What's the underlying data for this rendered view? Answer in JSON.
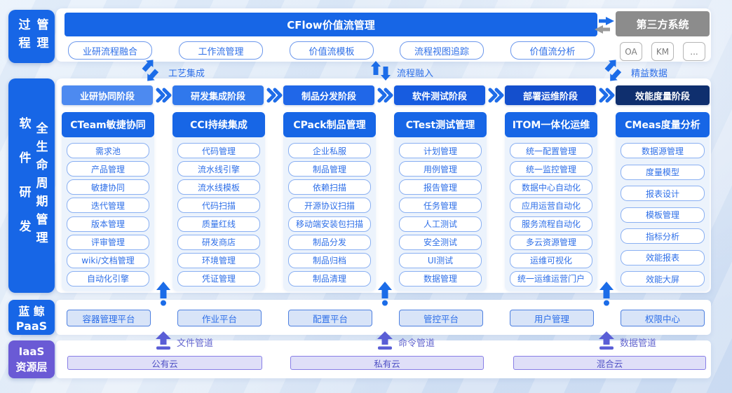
{
  "top": {
    "title": "CFlow价值流管理",
    "items": [
      "业研流程融合",
      "工作流管理",
      "价值流模板",
      "流程视图追踪",
      "价值流分析"
    ],
    "third_party": {
      "title": "第三方系统",
      "systems": [
        "OA",
        "KM",
        "..."
      ]
    }
  },
  "flow_links": {
    "craft": "工艺集成",
    "process": "流程融入",
    "lean": "精益数据"
  },
  "rail": {
    "process_col1": "过程",
    "process_col2": "管理",
    "lifecycle_col1": "软件研发",
    "lifecycle_col2": "全生命周期管理",
    "paas_line1": "蓝 鲸",
    "paas_line2": "PaaS",
    "iaas_line1": "IaaS",
    "iaas_line2": "资源层"
  },
  "stages": [
    "业研协同阶段",
    "研发集成阶段",
    "制品分发阶段",
    "软件测试阶段",
    "部署运维阶段",
    "效能度量阶段"
  ],
  "columns": [
    {
      "title": "CTeam敏捷协同",
      "items": [
        "需求池",
        "产品管理",
        "敏捷协同",
        "迭代管理",
        "版本管理",
        "评审管理",
        "wiki/文档管理",
        "自动化引擎"
      ]
    },
    {
      "title": "CCI持续集成",
      "items": [
        "代码管理",
        "流水线引擎",
        "流水线模板",
        "代码扫描",
        "质量红线",
        "研发商店",
        "环境管理",
        "凭证管理"
      ]
    },
    {
      "title": "CPack制品管理",
      "items": [
        "企业私服",
        "制品管理",
        "依赖扫描",
        "开源协议扫描",
        "移动端安装包扫描",
        "制品分发",
        "制品归档",
        "制品清理"
      ]
    },
    {
      "title": "CTest测试管理",
      "items": [
        "计划管理",
        "用例管理",
        "报告管理",
        "任务管理",
        "人工测试",
        "安全测试",
        "UI测试",
        "数据管理"
      ]
    },
    {
      "title": "ITOM一体化运维",
      "items": [
        "统一配置管理",
        "统一监控管理",
        "数据中心自动化",
        "应用运营自动化",
        "服务流程自动化",
        "多云资源管理",
        "运维可视化",
        "统一运维运营门户"
      ]
    },
    {
      "title": "CMeas度量分析",
      "items": [
        "数据源管理",
        "度量模型",
        "报表设计",
        "模板管理",
        "指标分析",
        "效能报表",
        "效能大屏"
      ]
    }
  ],
  "paas_row": [
    "容器管理平台",
    "作业平台",
    "配置平台",
    "管控平台",
    "用户管理",
    "权限中心"
  ],
  "pipes": [
    "文件管道",
    "命令管道",
    "数据管道"
  ],
  "iaas_row": [
    "公有云",
    "私有云",
    "混合云"
  ],
  "colors": {
    "accent": "#1766e6",
    "stage_colors": [
      "#4d8af0",
      "#3078ec",
      "#2067e8",
      "#175ce0",
      "#144fcd",
      "#0f2f6e"
    ],
    "paas_purple": "#6a5ad5",
    "third_party_gray": "#8c8c8c"
  }
}
